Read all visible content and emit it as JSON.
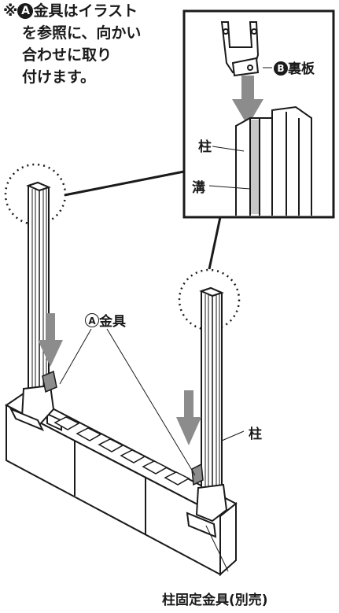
{
  "note": {
    "mark": "※",
    "badge": "A",
    "bold_word": "金具",
    "line1_rest": "はイラスト",
    "line2": "を参照に、向かい",
    "line3": "合わせに取り",
    "line4": "付けます。"
  },
  "labels": {
    "back_plate_badge": "B",
    "back_plate": "裏板",
    "pillar_inset": "柱",
    "groove": "溝",
    "bracket_badge": "A",
    "bracket": "金具",
    "pillar_main": "柱",
    "base_fixture": "柱固定金具(別売)"
  },
  "colors": {
    "ink": "#1a1a1a",
    "arrow_gray": "#8c8c8c",
    "groove_gray": "#c8c8c8"
  }
}
